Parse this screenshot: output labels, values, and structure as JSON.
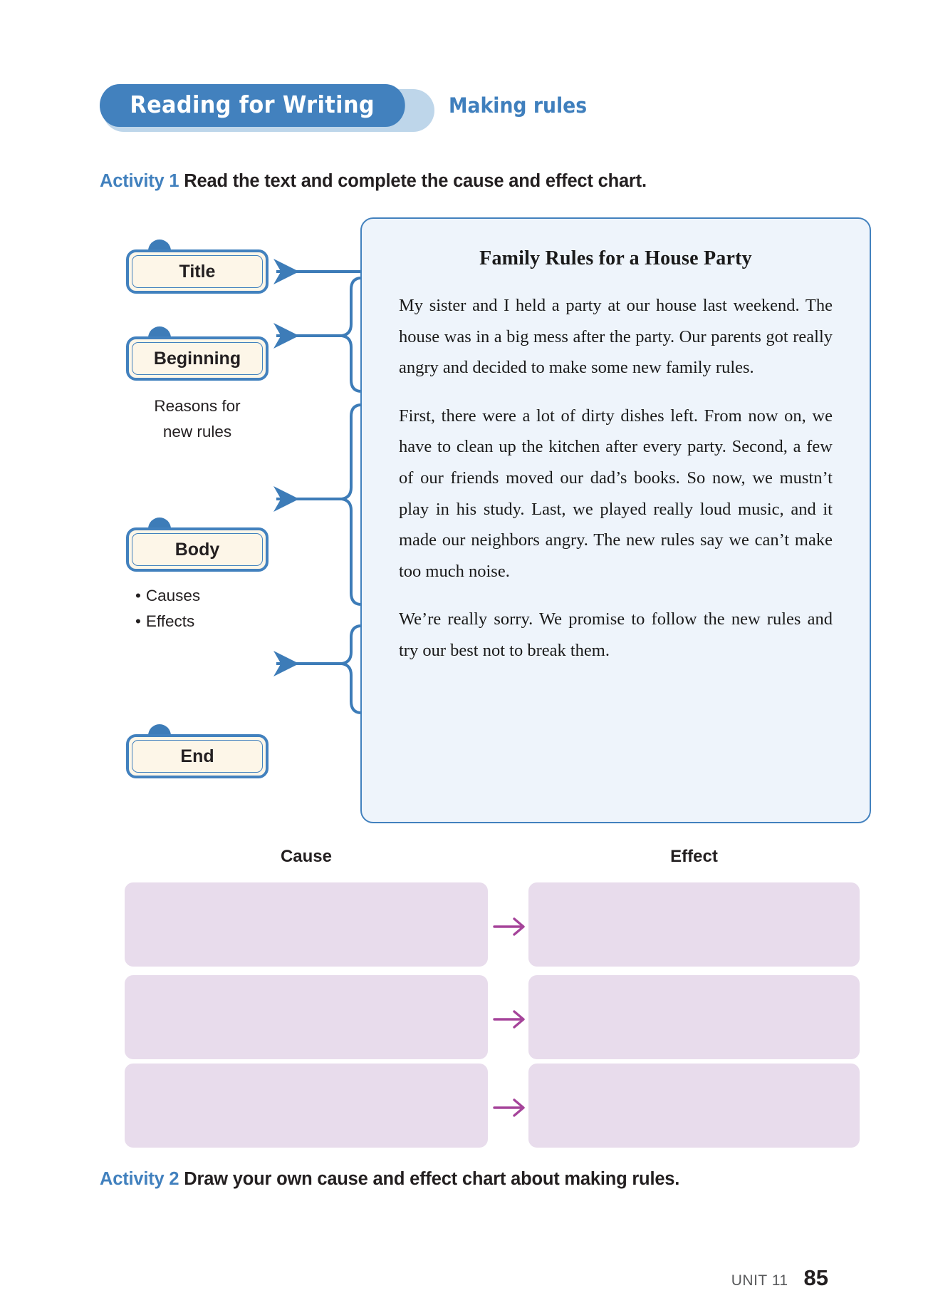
{
  "header": {
    "banner_label": "Reading for Writing",
    "subtitle": "Making rules"
  },
  "activities": {
    "one": {
      "tag": "Activity 1",
      "instruction": "Read the text and complete the cause and effect chart."
    },
    "two": {
      "tag": "Activity 2",
      "instruction": "Draw your own cause and effect chart about making rules."
    }
  },
  "flow": {
    "title_label": "Title",
    "beginning_label": "Beginning",
    "beginning_sub_line1": "Reasons for",
    "beginning_sub_line2": "new rules",
    "body_label": "Body",
    "body_bullets": [
      "Causes",
      "Effects"
    ],
    "end_label": "End",
    "bullet_glyph": "•"
  },
  "passage": {
    "title": "Family Rules for a House Party",
    "paragraphs": [
      "My sister and I held a party at our house last weekend. The house was in a big mess after the party. Our parents got really angry and decided to make some new family rules.",
      "First, there were a lot of dirty dishes left. From now on, we have to clean up the kitchen after every party. Second, a few of our friends moved our dad’s books. So now, we mustn’t play in his study. Last, we played really loud music, and it made our neighbors angry. The new rules say we can’t make too much noise.",
      "We’re really sorry. We promise to follow the new rules and try our best not to break them."
    ]
  },
  "chart_data": {
    "type": "table",
    "title": "Cause and effect chart",
    "columns": [
      "Cause",
      "Effect"
    ],
    "rows": [
      {
        "cause": "",
        "effect": "",
        "connector": "arrow-right-icon"
      },
      {
        "cause": "",
        "effect": "",
        "connector": "arrow-right-icon"
      },
      {
        "cause": "",
        "effect": "",
        "connector": "arrow-right-icon"
      }
    ],
    "cell_fill": "#e8dcec",
    "arrow_color": "#a5439a"
  },
  "footer": {
    "unit": "UNIT 11",
    "page": "85"
  },
  "colors": {
    "brand_blue": "#4281be",
    "banner_shadow": "#bed6ea",
    "label_fill": "#fdf6e8",
    "passage_fill": "#eef4fb",
    "cell_lavender": "#e8dcec",
    "arrow_purple": "#a5439a"
  }
}
